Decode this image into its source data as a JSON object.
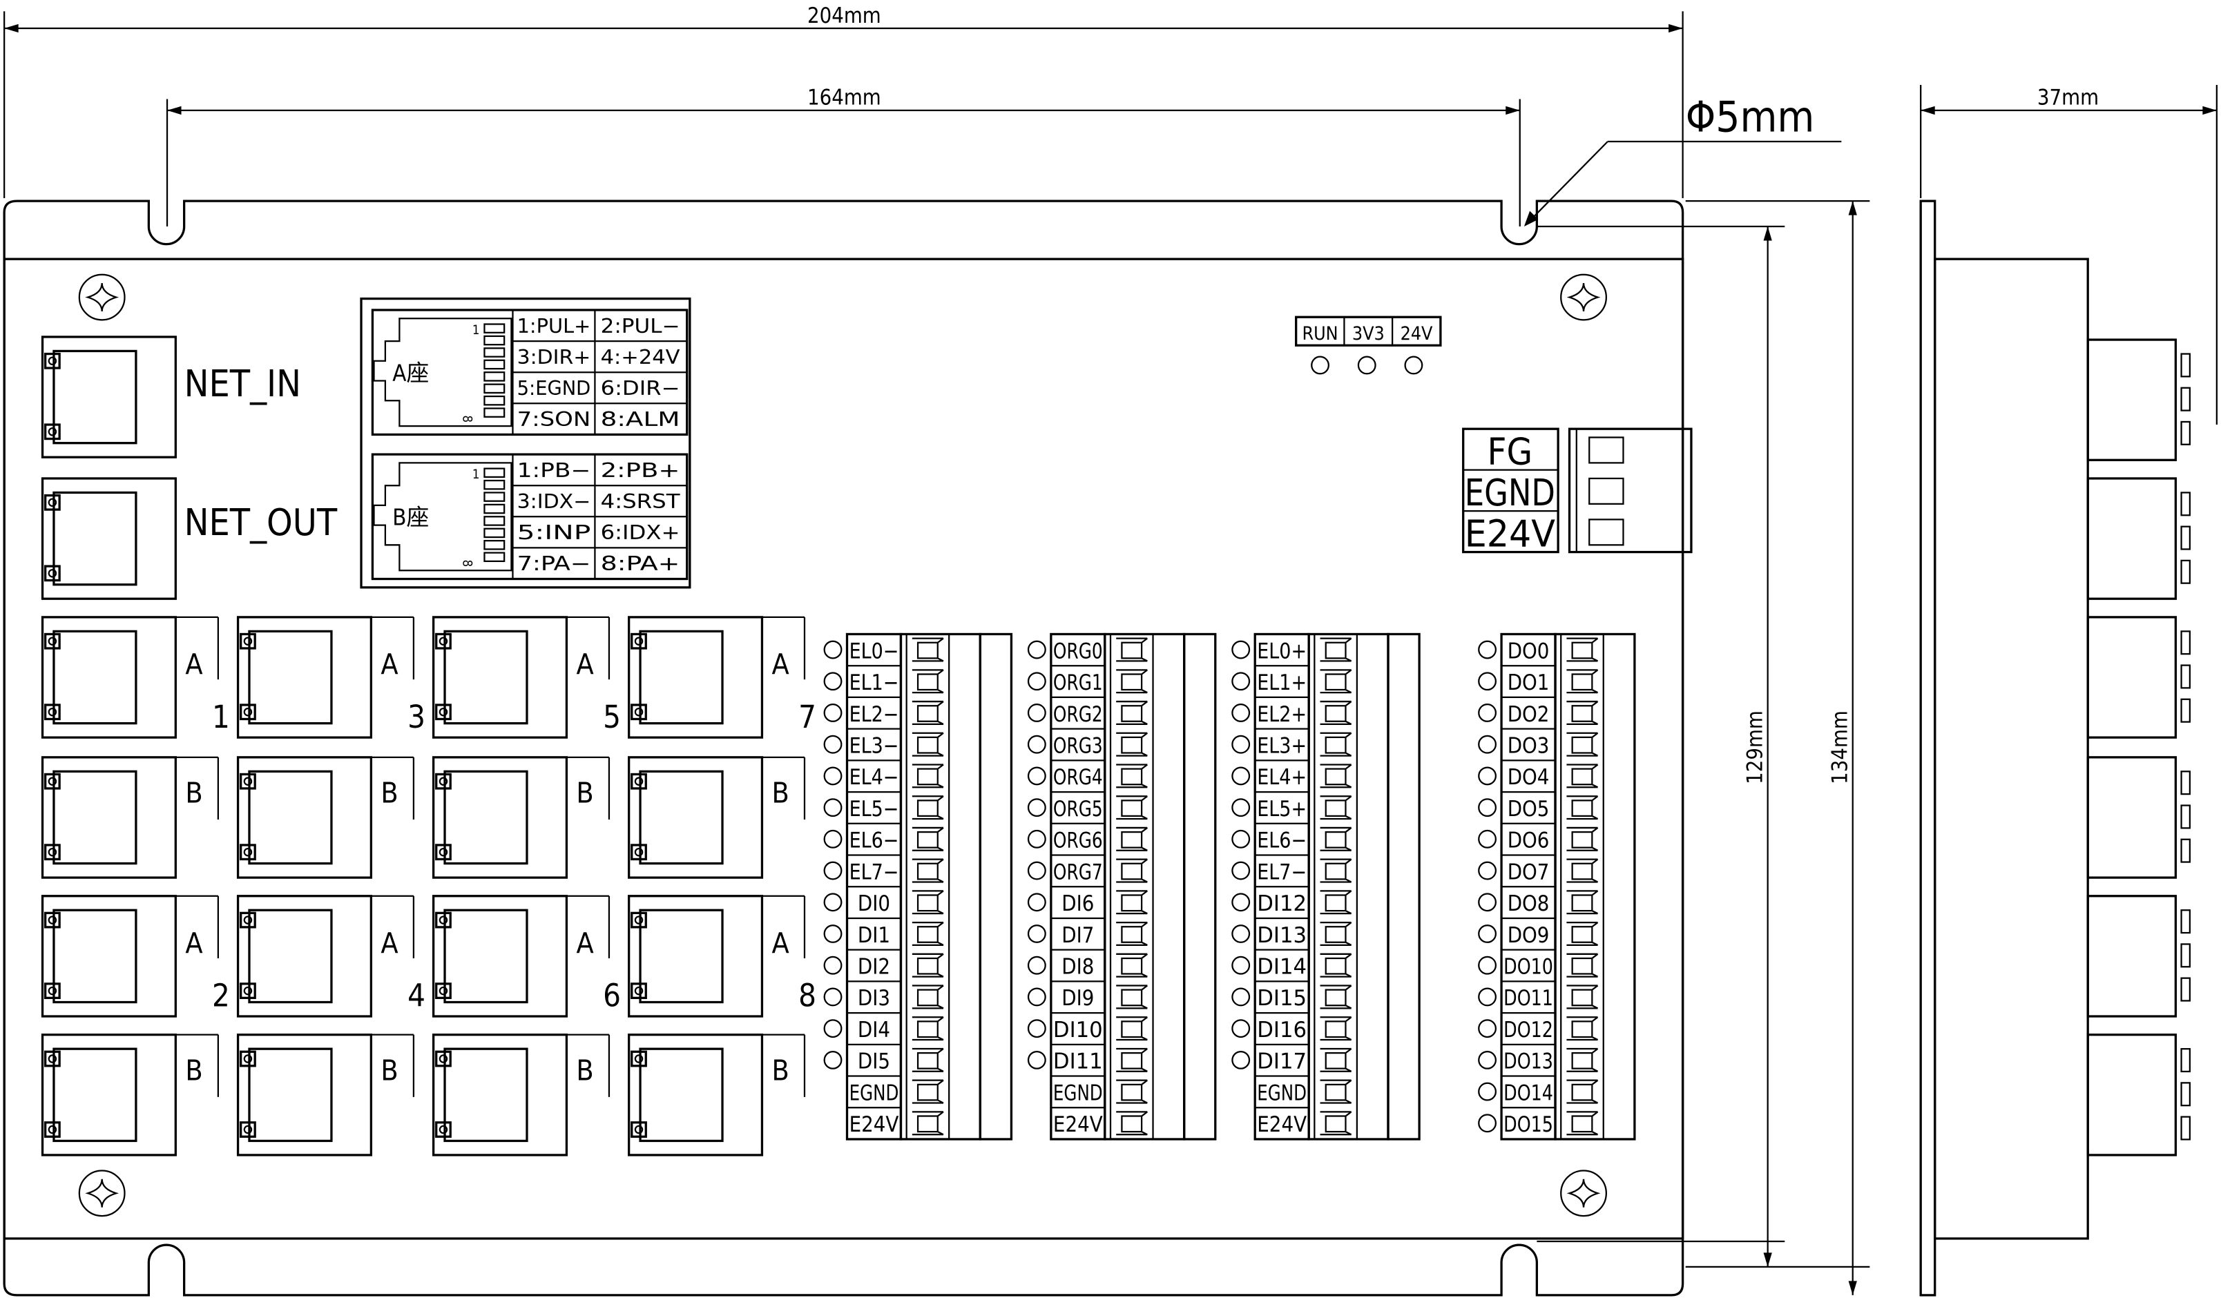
{
  "dimensions": {
    "overall_width": "204mm",
    "hole_spacing": "164mm",
    "hole_diameter": "Φ5mm",
    "depth": "37mm",
    "hole_height": "129mm",
    "overall_height": "134mm"
  },
  "network": {
    "net_in": "NET_IN",
    "net_out": "NET_OUT"
  },
  "pinout": {
    "a_label": "A座",
    "a_pins": [
      "1:PUL+",
      "2:PUL−",
      "3:DIR+",
      "4:+24V",
      "5:EGND",
      "6:DIR−",
      "7:SON",
      "8:ALM"
    ],
    "b_label": "B座",
    "b_pins": [
      "1:PB−",
      "2:PB+",
      "3:IDX−",
      "4:SRST",
      "5:INP",
      "6:IDX+",
      "7:PA−",
      "8:PA+"
    ],
    "pin_first": "1",
    "pin_last": "8"
  },
  "axis_ports": [
    {
      "number": "1",
      "a": "A",
      "b": "B"
    },
    {
      "number": "3",
      "a": "A",
      "b": "B"
    },
    {
      "number": "5",
      "a": "A",
      "b": "B"
    },
    {
      "number": "7",
      "a": "A",
      "b": "B"
    },
    {
      "number": "2",
      "a": "A",
      "b": "B"
    },
    {
      "number": "4",
      "a": "A",
      "b": "B"
    },
    {
      "number": "6",
      "a": "A",
      "b": "B"
    },
    {
      "number": "8",
      "a": "A",
      "b": "B"
    }
  ],
  "leds": [
    "RUN",
    "3V3",
    "24V"
  ],
  "power_terminal": [
    "FG",
    "EGND",
    "E24V"
  ],
  "terminal_blocks": [
    [
      "EL0−",
      "EL1−",
      "EL2−",
      "EL3−",
      "EL4−",
      "EL5−",
      "EL6−",
      "EL7−",
      "DI0",
      "DI1",
      "DI2",
      "DI3",
      "DI4",
      "DI5",
      "EGND",
      "E24V"
    ],
    [
      "ORG0",
      "ORG1",
      "ORG2",
      "ORG3",
      "ORG4",
      "ORG5",
      "ORG6",
      "ORG7",
      "DI6",
      "DI7",
      "DI8",
      "DI9",
      "DI10",
      "DI11",
      "EGND",
      "E24V"
    ],
    [
      "EL0+",
      "EL1+",
      "EL2+",
      "EL3+",
      "EL4+",
      "EL5+",
      "EL6−",
      "EL7−",
      "DI12",
      "DI13",
      "DI14",
      "DI15",
      "DI16",
      "DI17",
      "EGND",
      "E24V"
    ],
    [
      "DO0",
      "DO1",
      "DO2",
      "DO3",
      "DO4",
      "DO5",
      "DO6",
      "DO7",
      "DO8",
      "DO9",
      "DO10",
      "DO11",
      "DO12",
      "DO13",
      "DO14",
      "DO15"
    ]
  ]
}
